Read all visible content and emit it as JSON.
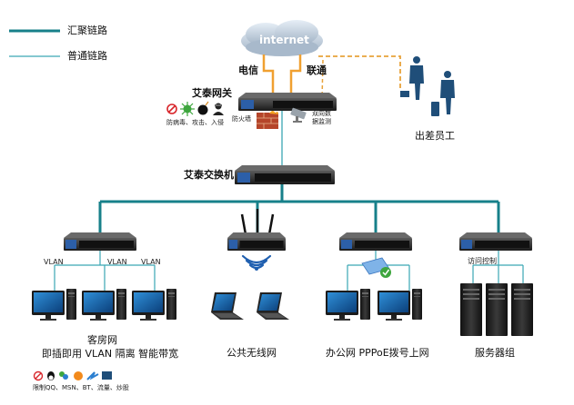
{
  "legend": {
    "aggregate_link": "汇聚链路",
    "normal_link": "普通链路",
    "aggregate_color": "#17808a",
    "normal_color": "#3aa6b3"
  },
  "internet": {
    "label": "internet"
  },
  "isp": {
    "telecom": "电信",
    "unicom": "联通",
    "line_color": "#f0a030"
  },
  "gateway": {
    "title": "艾泰网关",
    "protect_label": "防病毒、攻击、入侵",
    "firewall_label": "防火墙",
    "monitor_label": "双向数据监测",
    "brand": "艾泰"
  },
  "remote": {
    "label": "出差员工",
    "vpn_color": "#e8a23a"
  },
  "core_switch": {
    "title": "艾泰交换机"
  },
  "groups": {
    "guest": {
      "vlan_labels": [
        "VLAN",
        "VLAN",
        "VLAN"
      ],
      "line1": "客房网",
      "line2": "即插即用  VLAN 隔离  智能带宽"
    },
    "wifi": {
      "label": "公共无线网"
    },
    "office": {
      "label": "办公网 PPPoE拨号上网"
    },
    "server": {
      "access_label": "访问控制",
      "label": "服务器组"
    }
  },
  "footer": {
    "restrict_label": "限制QQ、MSN、BT、流量、炒股"
  }
}
